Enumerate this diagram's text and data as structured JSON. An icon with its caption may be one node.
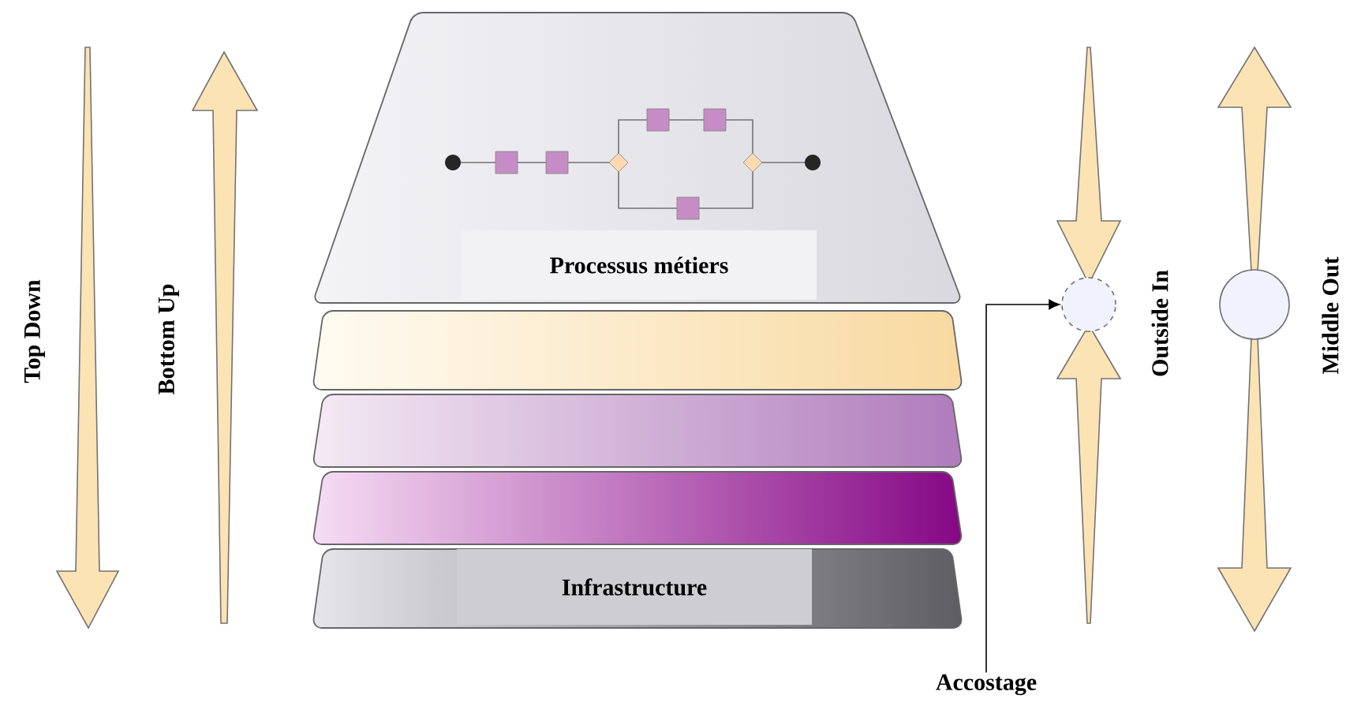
{
  "diagram": {
    "nodes": [
      {
        "text": [
          "Processus métiers"
        ]
      },
      {
        "text": [],
        "shape": "box"
      },
      {
        "text": [],
        "shape": "box"
      },
      {
        "text": [],
        "shape": "box"
      },
      {
        "text": [
          "Infrastructure"
        ]
      },
      {
        "text": [
          "Accostage"
        ]
      },
      {
        "text": [],
        "shape": "circle"
      }
    ],
    "edges": [
      {
        "from": 5,
        "to": 6,
        "arrow": "to"
      }
    ],
    "labels": [
      "Top Down",
      "Bottom Up",
      "Outside In",
      "Middle Out"
    ]
  }
}
